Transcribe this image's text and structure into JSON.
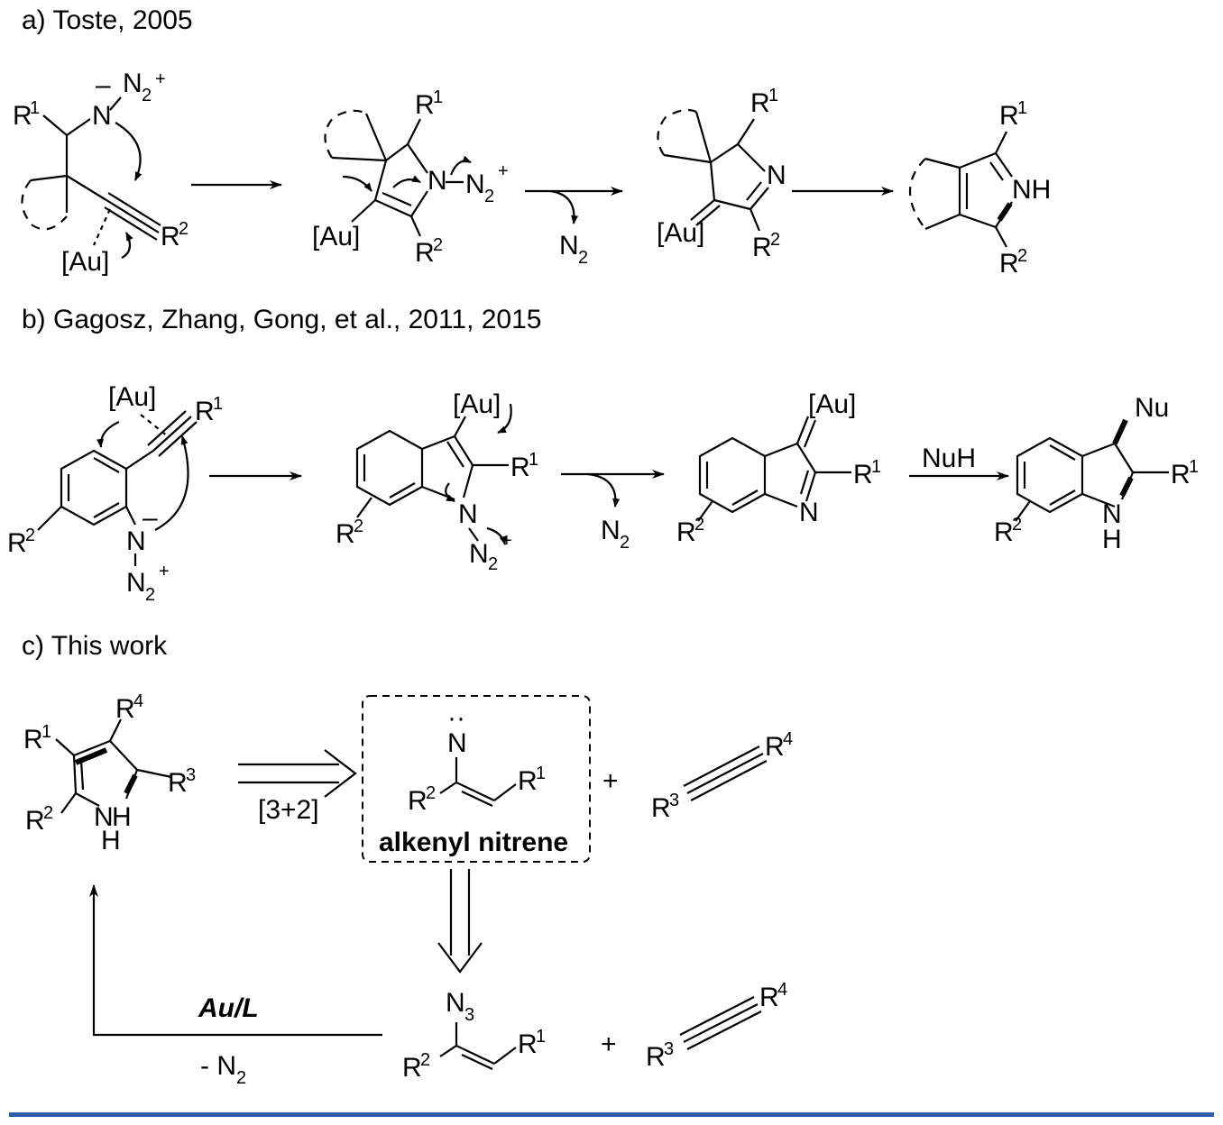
{
  "section_a": {
    "heading": "a) Toste, 2005"
  },
  "section_b": {
    "heading": "b) Gagosz, Zhang, Gong, et al., 2011, 2015"
  },
  "section_c": {
    "heading": "c) This work"
  },
  "labels": {
    "R": "R",
    "s1": "1",
    "s2": "2",
    "s3": "3",
    "s4": "4",
    "au": "[Au]",
    "N": "N",
    "NH": "NH",
    "H": "H",
    "N2": "N",
    "sub2": "2",
    "sub3": "3",
    "plus": "+",
    "minus": "–",
    "Nu": "Nu",
    "NuH": "NuH",
    "cyclo": "[3+2]",
    "nitrene": "alkenyl nitrene",
    "aul": "Au/L",
    "minus_n2": "- N",
    "plus_sign": "+",
    "dots": "··"
  },
  "colors": {
    "rule": "#2f5fa8",
    "ink": "#000000"
  }
}
